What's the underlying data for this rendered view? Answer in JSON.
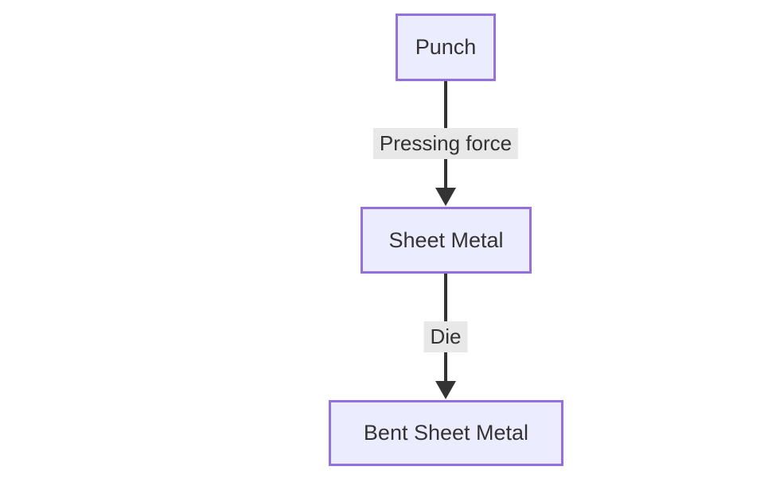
{
  "diagram": {
    "type": "flowchart",
    "direction": "top-down",
    "nodes": [
      {
        "id": "punch",
        "label": "Punch"
      },
      {
        "id": "sheet-metal",
        "label": "Sheet Metal"
      },
      {
        "id": "bent-sheet-metal",
        "label": "Bent Sheet Metal"
      }
    ],
    "edges": [
      {
        "from": "punch",
        "to": "sheet-metal",
        "label": "Pressing force"
      },
      {
        "from": "sheet-metal",
        "to": "bent-sheet-metal",
        "label": "Die"
      }
    ],
    "colors": {
      "background": "#ffffff",
      "node_fill": "#ECECFF",
      "node_border": "#9370DB",
      "text_color": "#333333",
      "edge_color": "#333333",
      "edge_label_bg": "#e8e8e8"
    }
  }
}
